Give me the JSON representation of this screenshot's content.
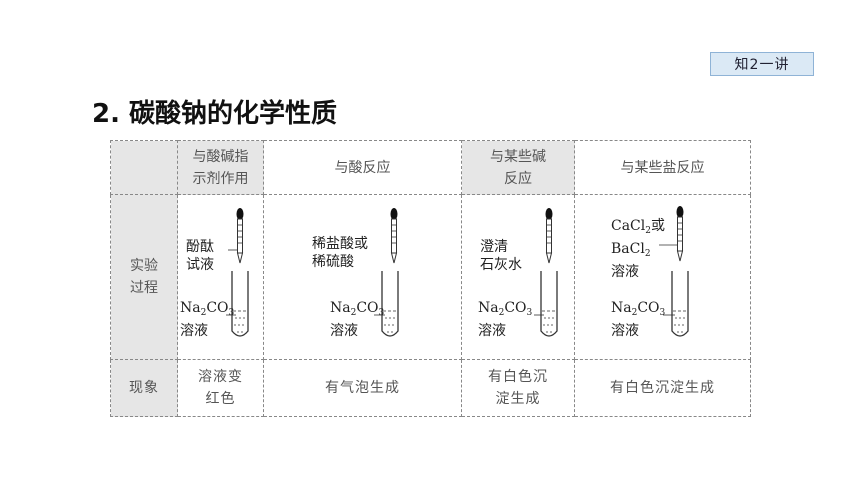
{
  "badge": "知2一讲",
  "title": "2. 碳酸钠的化学性质",
  "headers": {
    "indicator_l1": "与酸碱指",
    "indicator_l2": "示剂作用",
    "acid": "与酸反应",
    "base_l1": "与某些碱",
    "base_l2": "反应",
    "salt": "与某些盐反应"
  },
  "row_labels": {
    "experiment_l1": "实验",
    "experiment_l2": "过程",
    "phenomenon": "现象"
  },
  "experiment": {
    "indicator": {
      "reagent_l1": "酚酞",
      "reagent_l2": "试液",
      "tube_formula": "Na",
      "tube_sub2": "2",
      "tube_co": "CO",
      "tube_sub3": "3",
      "tube_l2": "溶液"
    },
    "acid": {
      "reagent_l1": "稀盐酸或",
      "reagent_l2": "稀硫酸",
      "tube_formula": "Na",
      "tube_sub2": "2",
      "tube_co": "CO",
      "tube_sub3": "3",
      "tube_l2": "溶液"
    },
    "base": {
      "reagent_l1": "澄清",
      "reagent_l2": "石灰水",
      "tube_formula": "Na",
      "tube_sub2": "2",
      "tube_co": "CO",
      "tube_sub3": "3",
      "tube_l2": "溶液"
    },
    "salt": {
      "reagent_l1a": "CaCl",
      "reagent_sub1": "2",
      "reagent_l1b": "或",
      "reagent_l2a": "BaCl",
      "reagent_sub2": "2",
      "reagent_l3": "溶液",
      "tube_formula": "Na",
      "tube_sub2": "2",
      "tube_co": "CO",
      "tube_sub3": "3",
      "tube_l2": "溶液"
    }
  },
  "phenomena": {
    "indicator_l1": "溶液变",
    "indicator_l2": "红色",
    "acid": "有气泡生成",
    "base_l1": "有白色沉",
    "base_l2": "淀生成",
    "salt": "有白色沉淀生成"
  }
}
